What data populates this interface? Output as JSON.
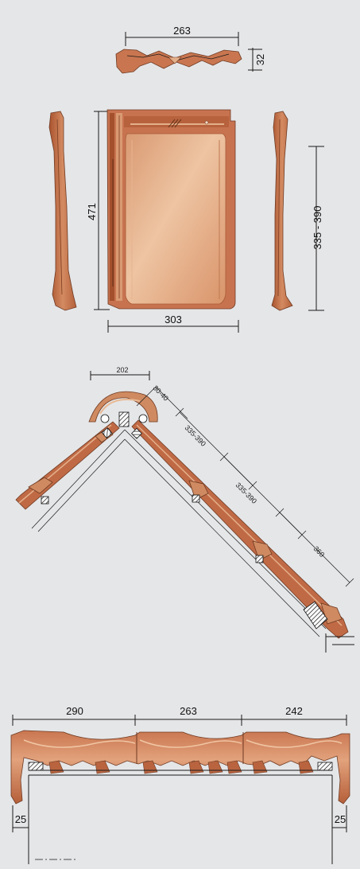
{
  "colors": {
    "background": "#e5e6e8",
    "tile_dark": "#b9643f",
    "tile_mid": "#cf8a61",
    "tile_light": "#e8b993",
    "line": "#1a1a1a"
  },
  "top_view": {
    "width_label": "263",
    "height_label": "32"
  },
  "plan_view": {
    "length_label": "471",
    "width_label": "303",
    "batten_gauge_label": "335 - 390"
  },
  "ridge_section": {
    "ridge_width_label": "202",
    "ridge_gap_label": "30-40",
    "gauge_label_1": "335-390",
    "gauge_label_2": "335-390",
    "eave_label": "360"
  },
  "verge_section": {
    "left_width_label": "290",
    "middle_width_label": "263",
    "right_width_label": "242",
    "left_overhang_label": "25",
    "right_overhang_label": "25"
  }
}
